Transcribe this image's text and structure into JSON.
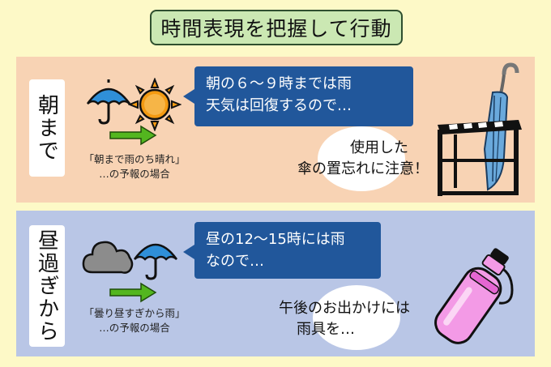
{
  "title": "時間表現を把握して行動",
  "morning": {
    "label": "朝まで",
    "bubble_line1": "朝の６～９時までは雨",
    "bubble_line2": "天気は回復するので…",
    "caption_line1": "「朝まで雨のち晴れ」",
    "caption_line2": "…の予報の場合",
    "note_line1": "使用した",
    "note_line2": "傘の置忘れに注意！",
    "icons": [
      "umbrella-icon",
      "sun-icon",
      "arrow-icon",
      "umbrella-stand-icon"
    ]
  },
  "noon": {
    "label": "昼過ぎから",
    "bubble_line1": "昼の12～15時には雨",
    "bubble_line2": "なので…",
    "caption_line1": "「曇り昼すぎから雨」",
    "caption_line2": "…の予報の場合",
    "note_line1": "午後のお出かけには",
    "note_line2": "雨具を…",
    "icons": [
      "cloud-icon",
      "umbrella-icon",
      "arrow-icon",
      "folded-umbrella-icon"
    ]
  },
  "colors": {
    "background": "#fdf9c7",
    "title_box": "#cbe8b3",
    "morning_panel": "#f8d3b4",
    "noon_panel": "#b9c6e6",
    "bubble": "#21579b",
    "arrow": "#53b61f",
    "umbrella": "#2f8fd8",
    "sun": "#f39a12",
    "pink_umbrella": "#f39ae6"
  }
}
